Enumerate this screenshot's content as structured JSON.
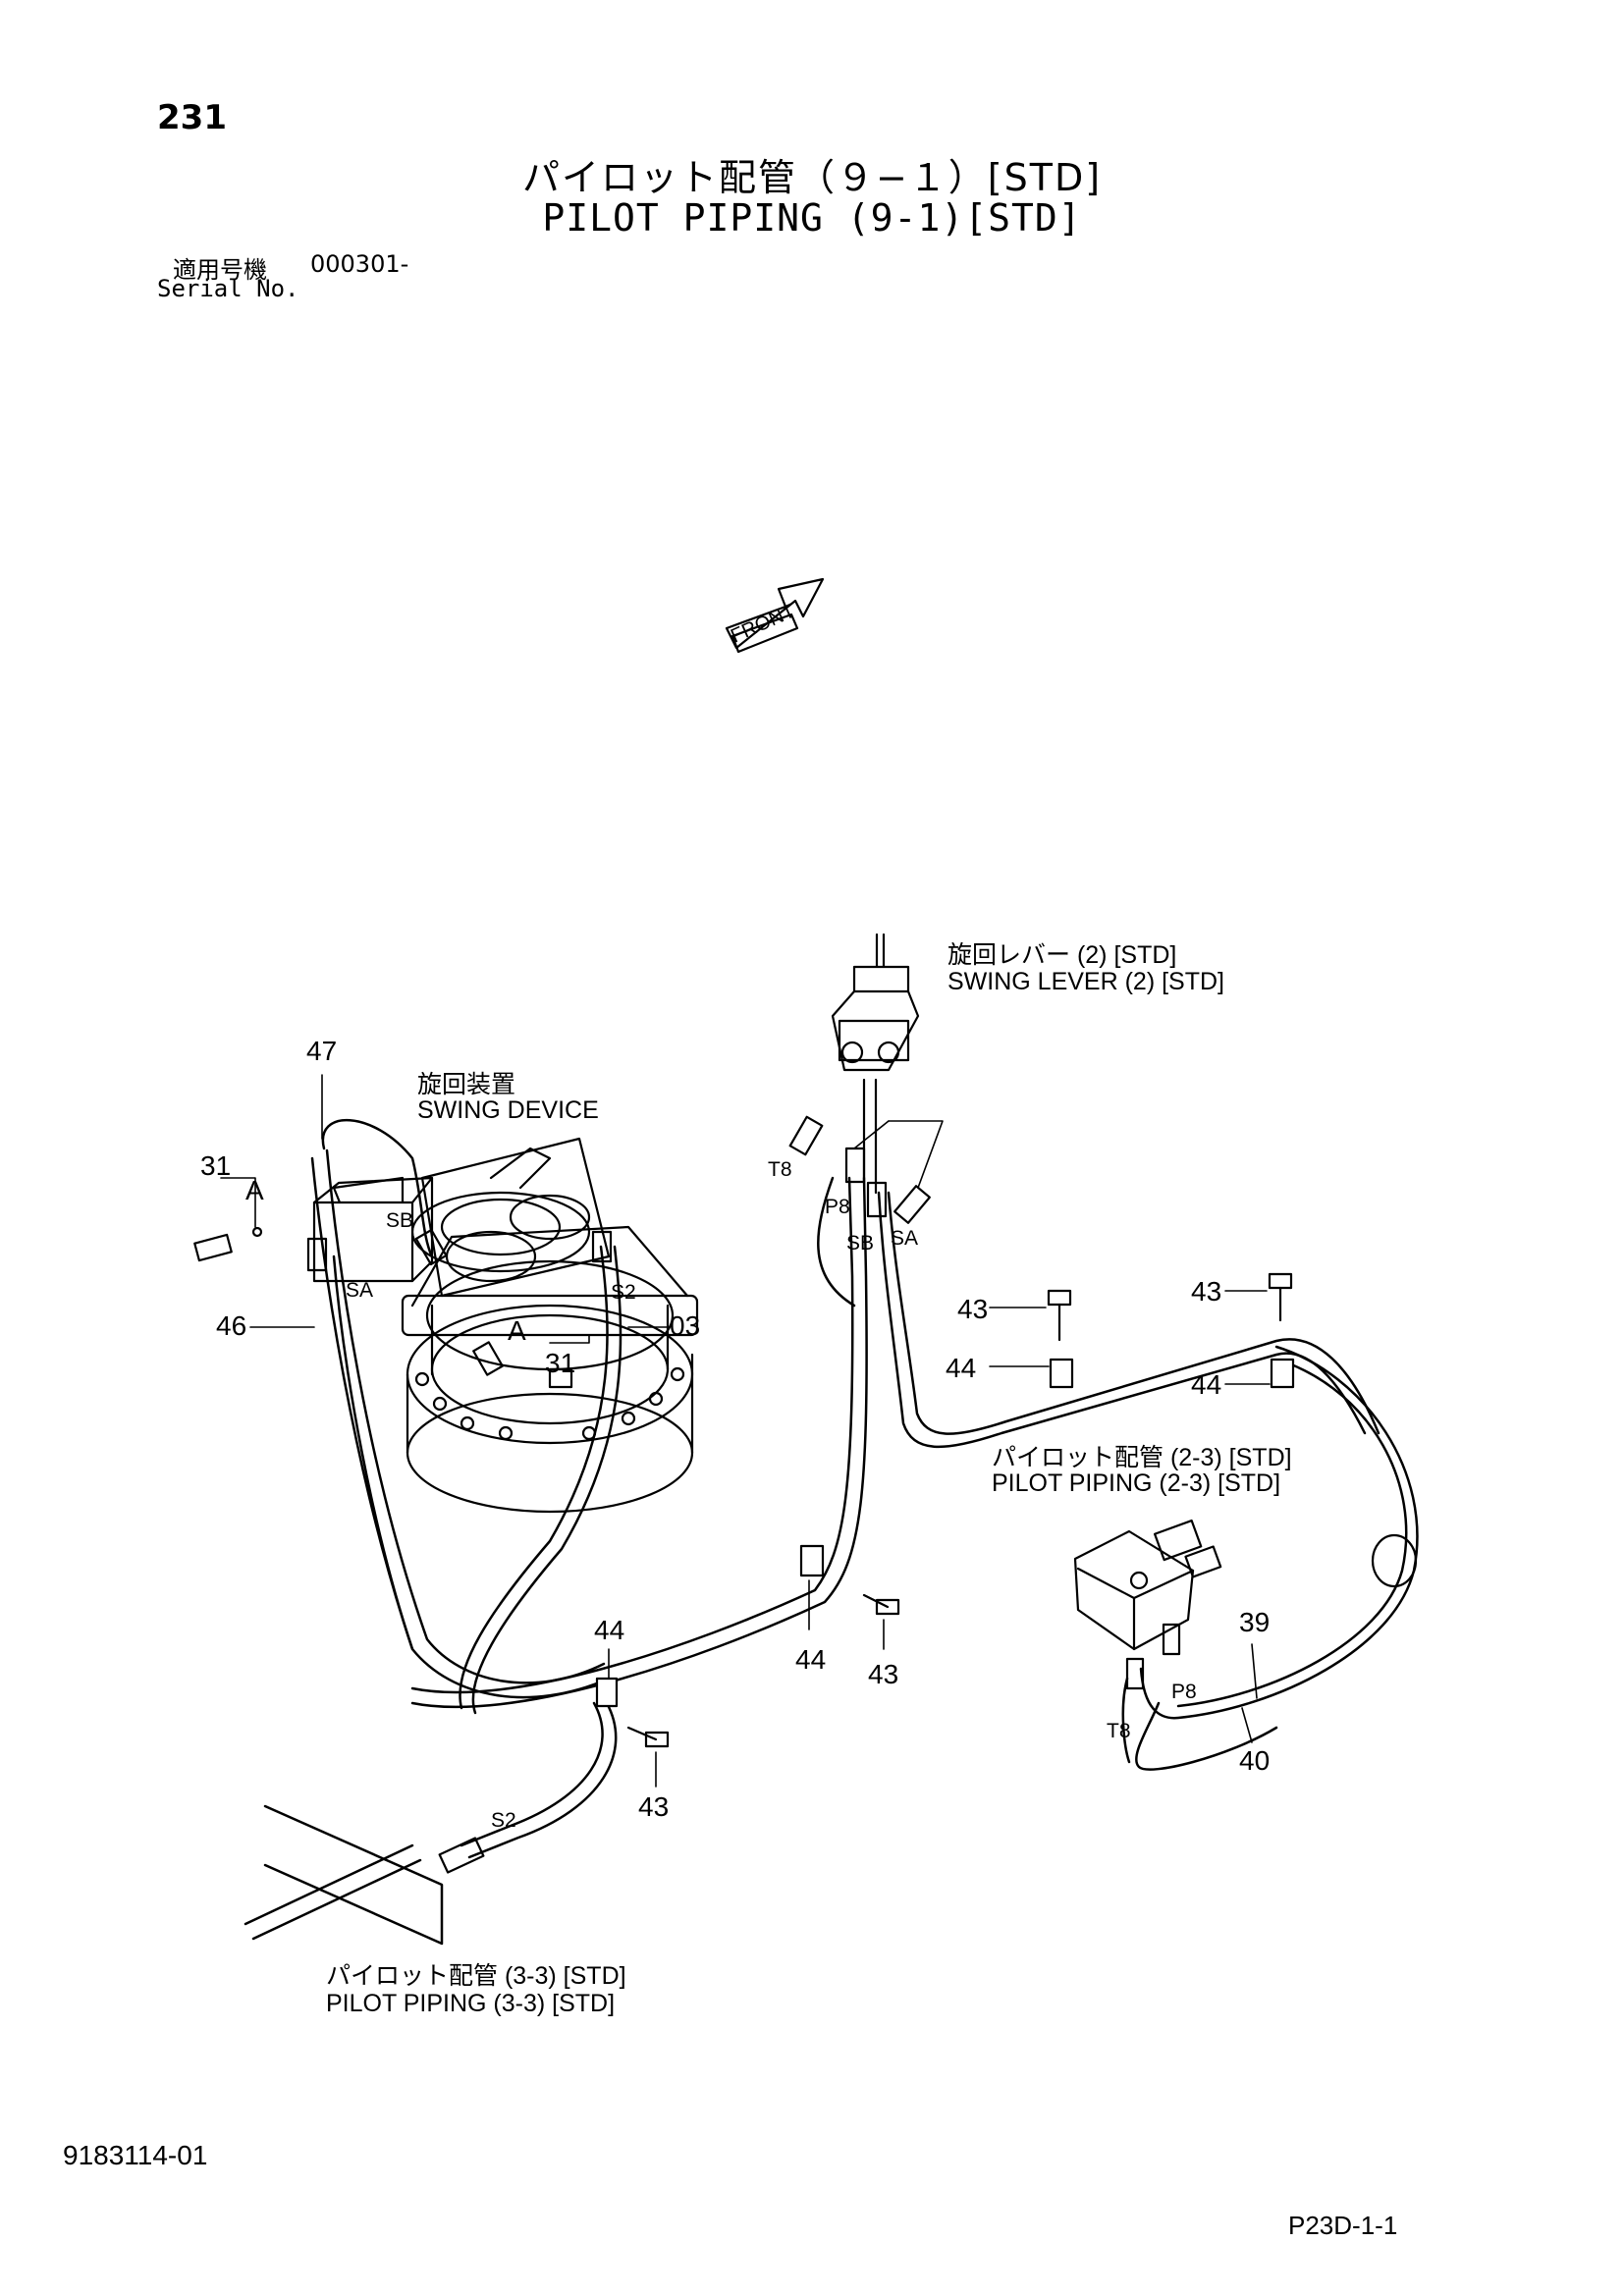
{
  "page_number": "231",
  "title_jp": "パイロット配管（９−１）[STD]",
  "title_en": "PILOT PIPING (9-1)[STD]",
  "serial_label_jp": "適用号機",
  "serial_value": "000301-",
  "serial_label_en": "Serial No.",
  "front_label": "FRONT",
  "components": {
    "swing_lever_jp": "旋回レバー (2) [STD]",
    "swing_lever_en": "SWING LEVER (2) [STD]",
    "swing_device_jp": "旋回装置",
    "swing_device_en": "SWING DEVICE",
    "pilot_23_jp": "パイロット配管 (2-3) [STD]",
    "pilot_23_en": "PILOT PIPING (2-3) [STD]",
    "pilot_33_jp": "パイロット配管 (3-3) [STD]",
    "pilot_33_en": "PILOT PIPING (3-3) [STD]"
  },
  "callouts": {
    "n47": "47",
    "n31a": "31",
    "n31b": "31",
    "n46": "46",
    "n03": "03",
    "n43a": "43",
    "n43b": "43",
    "n43c": "43",
    "n43d": "43",
    "n44a": "44",
    "n44b": "44",
    "n44c": "44",
    "n44d": "44",
    "n39": "39",
    "n40": "40",
    "view_a1": "A",
    "view_a2": "A"
  },
  "port_labels": {
    "t8a": "T8",
    "p8a": "P8",
    "sba": "SB",
    "saa": "SA",
    "sbb": "SB",
    "sab": "SA",
    "s2a": "S2",
    "s2b": "S2",
    "t8b": "T8",
    "p8b": "P8"
  },
  "footer_left": "9183114-01",
  "footer_right": "P23D-1-1"
}
